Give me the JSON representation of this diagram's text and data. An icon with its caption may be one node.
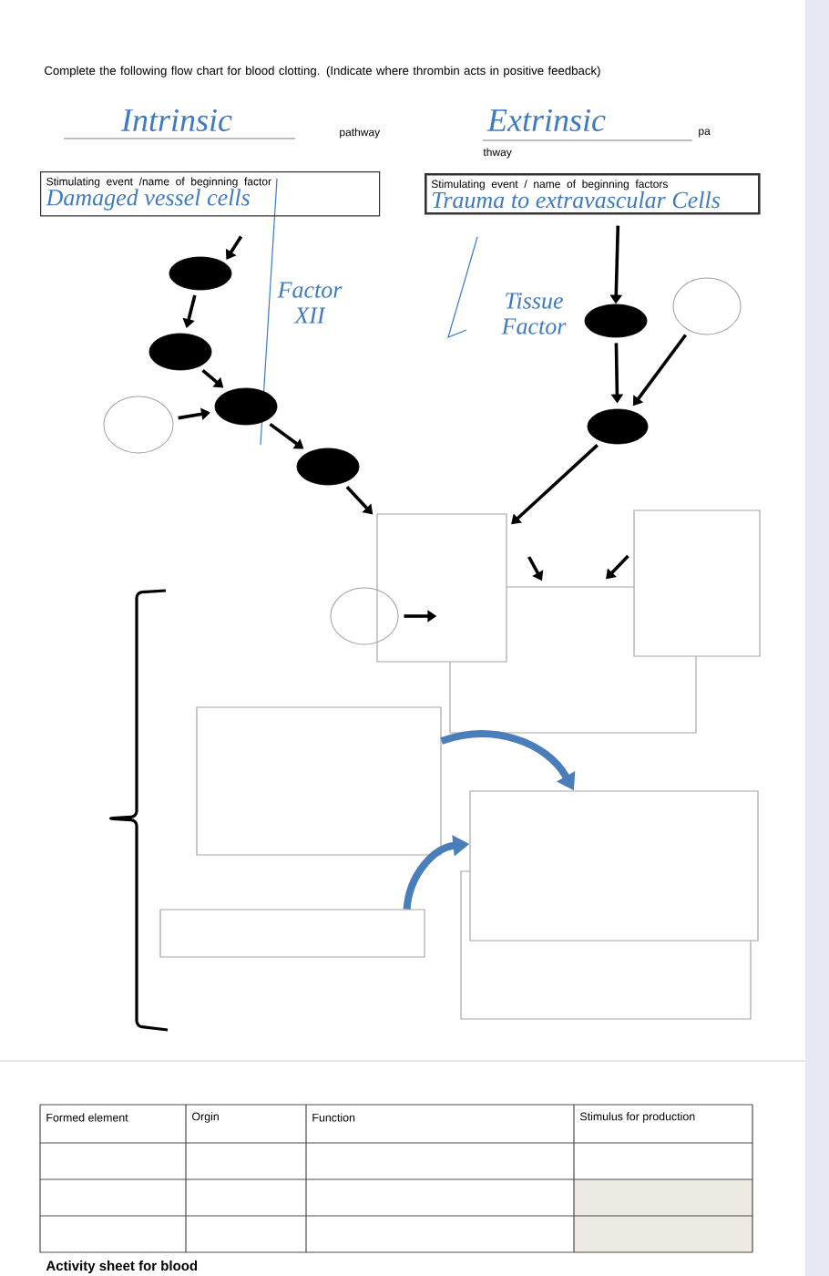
{
  "diagram": {
    "title": "Complete the following flow chart for blood clotting.  (Indicate where thrombin acts in positive feedback)",
    "nodes": [
      {
        "text": [
          "Stimulating event /name of beginning factor",
          "Damaged vessel cells"
        ]
      },
      {
        "text": [
          "Stimulating event / name of beginning factors",
          "Trauma to extravascular Cells"
        ]
      },
      {
        "text": [],
        "shape": "ellipse",
        "beside": [
          "Factor XII"
        ]
      },
      {
        "text": [],
        "shape": "ellipse"
      },
      {
        "text": [],
        "shape": "ellipse"
      },
      {
        "text": [],
        "shape": "ellipse"
      },
      {
        "text": [],
        "shape": "circle"
      },
      {
        "text": [],
        "shape": "ellipse",
        "beside": [
          "Tissue Factor"
        ]
      },
      {
        "text": [],
        "shape": "circle"
      },
      {
        "text": [],
        "shape": "ellipse"
      },
      {
        "text": [],
        "shape": "box"
      },
      {
        "text": [],
        "shape": "box"
      },
      {
        "text": [],
        "shape": "box"
      },
      {
        "text": [],
        "shape": "circle"
      },
      {
        "text": [],
        "shape": "box"
      },
      {
        "text": [],
        "shape": "box"
      },
      {
        "text": [],
        "shape": "box"
      },
      {
        "text": [],
        "shape": "box"
      }
    ],
    "edges": [
      {
        "from": 0,
        "to": 2,
        "arrow": "to"
      },
      {
        "from": 2,
        "to": 3,
        "arrow": "to"
      },
      {
        "from": 3,
        "to": 4,
        "arrow": "to"
      },
      {
        "from": 6,
        "to": 4,
        "arrow": "to"
      },
      {
        "from": 4,
        "to": 5,
        "arrow": "to"
      },
      {
        "from": 5,
        "to": 10,
        "arrow": "to"
      },
      {
        "from": 1,
        "to": 7,
        "arrow": "to"
      },
      {
        "from": 7,
        "to": 9,
        "arrow": "to"
      },
      {
        "from": 8,
        "to": 9,
        "arrow": "to"
      },
      {
        "from": 9,
        "to": 10,
        "arrow": "to"
      },
      {
        "from": 10,
        "to": 12,
        "arrow": "to"
      },
      {
        "from": 11,
        "to": 12,
        "arrow": "to"
      },
      {
        "from": 13,
        "to": 10,
        "arrow": "to"
      },
      {
        "from": 14,
        "to": 15,
        "arrow": "to",
        "style": "thick",
        "color": "#4a7ebb"
      },
      {
        "from": 17,
        "to": 15,
        "arrow": "to",
        "style": "thick",
        "color": "#4a7ebb"
      }
    ],
    "labels": [
      "Intrinsic",
      "pathway",
      "Extrinsic",
      "pa",
      "thway",
      "Formed element",
      "Orgin",
      "Function",
      "Stimulus for production",
      "Activity sheet for blood"
    ]
  }
}
